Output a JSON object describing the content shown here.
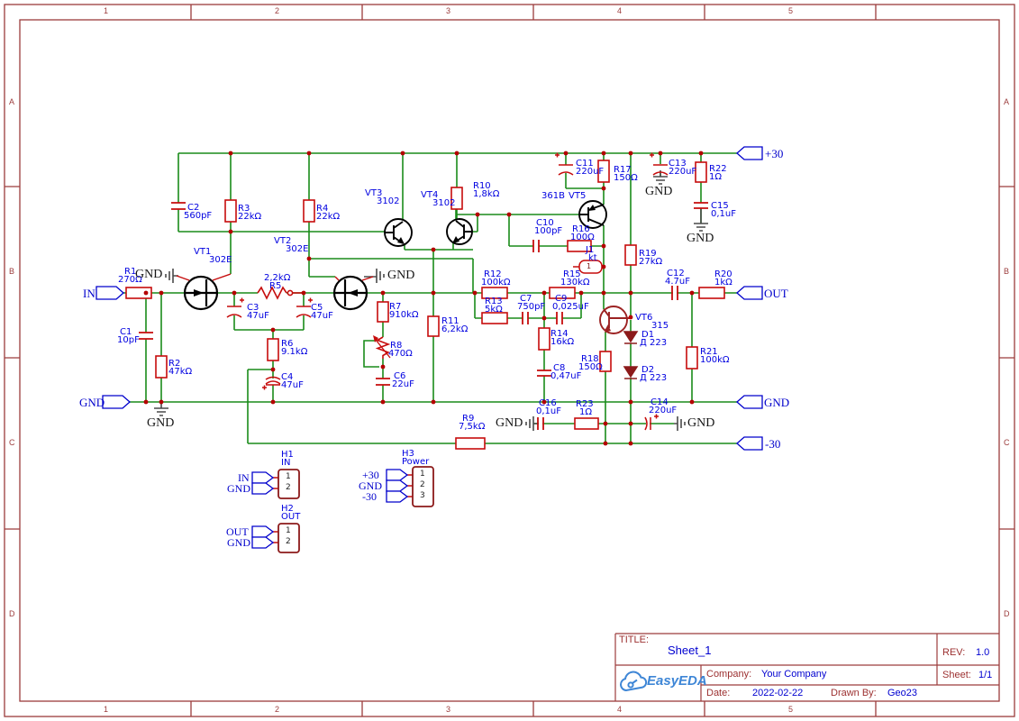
{
  "gnd": "GND",
  "ports": {
    "in": "IN",
    "out": "OUT",
    "gnd": "GND",
    "p30": "+30",
    "m30": "-30"
  },
  "frame": {
    "cols": [
      "1",
      "2",
      "3",
      "4",
      "5"
    ],
    "rows": [
      "A",
      "B",
      "C",
      "D"
    ]
  },
  "tb": {
    "title_label": "TITLE:",
    "title": "Sheet_1",
    "rev_label": "REV:",
    "rev": "1.0",
    "company_label": "Company:",
    "company": "Your Company",
    "sheet_label": "Sheet:",
    "sheet": "1/1",
    "date_label": "Date:",
    "date": "2022-02-22",
    "drawn_label": "Drawn By:",
    "drawn_by": "Geo23",
    "logo": "EasyEDA"
  },
  "c": {
    "R1": {
      "r": "R1",
      "v": "270Ω"
    },
    "R2": {
      "r": "R2",
      "v": "47kΩ"
    },
    "R3": {
      "r": "R3",
      "v": "22kΩ"
    },
    "R4": {
      "r": "R4",
      "v": "22kΩ"
    },
    "R5": {
      "r": "R5",
      "v": "2,2kΩ"
    },
    "R6": {
      "r": "R6",
      "v": "9.1kΩ"
    },
    "R7": {
      "r": "R7",
      "v": "910kΩ"
    },
    "R8": {
      "r": "R8",
      "v": "470Ω"
    },
    "R9": {
      "r": "R9",
      "v": "7,5kΩ"
    },
    "R10": {
      "r": "R10",
      "v": "1,8kΩ"
    },
    "R11": {
      "r": "R11",
      "v": "6,2kΩ"
    },
    "R12": {
      "r": "R12",
      "v": "100kΩ"
    },
    "R13": {
      "r": "R13",
      "v": "5kΩ"
    },
    "R14": {
      "r": "R14",
      "v": "16kΩ"
    },
    "R15": {
      "r": "R15",
      "v": "130kΩ"
    },
    "R16": {
      "r": "R16",
      "v": "100Ω"
    },
    "R17": {
      "r": "R17",
      "v": "150Ω"
    },
    "R18": {
      "r": "R18",
      "v": "150Ω"
    },
    "R19": {
      "r": "R19",
      "v": "27kΩ"
    },
    "R20": {
      "r": "R20",
      "v": "1kΩ"
    },
    "R21": {
      "r": "R21",
      "v": "100kΩ"
    },
    "R22": {
      "r": "R22",
      "v": "1Ω"
    },
    "R23": {
      "r": "R23",
      "v": "1Ω"
    },
    "C1": {
      "r": "C1",
      "v": "10pF"
    },
    "C2": {
      "r": "C2",
      "v": "560pF"
    },
    "C3": {
      "r": "C3",
      "v": "47uF"
    },
    "C4": {
      "r": "C4",
      "v": "47uF"
    },
    "C5": {
      "r": "C5",
      "v": "47uF"
    },
    "C6": {
      "r": "C6",
      "v": "22uF"
    },
    "C7": {
      "r": "C7",
      "v": "750pF"
    },
    "C8": {
      "r": "C8",
      "v": "0,47uF"
    },
    "C9": {
      "r": "C9",
      "v": "0,025uF"
    },
    "C10": {
      "r": "C10",
      "v": "100pF"
    },
    "C11": {
      "r": "C11",
      "v": "220uF"
    },
    "C12": {
      "r": "C12",
      "v": "4.7uF"
    },
    "C13": {
      "r": "C13",
      "v": "220uF"
    },
    "C14": {
      "r": "C14",
      "v": "220uF"
    },
    "C15": {
      "r": "C15",
      "v": "0,1uF"
    },
    "C16": {
      "r": "C16",
      "v": "0,1uF"
    },
    "VT1": {
      "r": "VT1",
      "v": "302E"
    },
    "VT2": {
      "r": "VT2",
      "v": "302E"
    },
    "VT3": {
      "r": "VT3",
      "v": "3102"
    },
    "VT4": {
      "r": "VT4",
      "v": "3102"
    },
    "VT5": {
      "r": "VT5",
      "v": "361B"
    },
    "VT6": {
      "r": "VT6",
      "v": "315"
    },
    "D1": {
      "r": "D1",
      "v": "Д 223"
    },
    "D2": {
      "r": "D2",
      "v": "Д 223"
    },
    "J1": {
      "r": "J1",
      "v": "kt",
      "pin": "1"
    },
    "H1": {
      "r": "H1",
      "v": "IN",
      "pins": [
        "1",
        "2"
      ]
    },
    "H2": {
      "r": "H2",
      "v": "OUT",
      "pins": [
        "1",
        "2"
      ]
    },
    "H3": {
      "r": "H3",
      "v": "Power",
      "pins": [
        "1",
        "2",
        "3"
      ]
    }
  }
}
